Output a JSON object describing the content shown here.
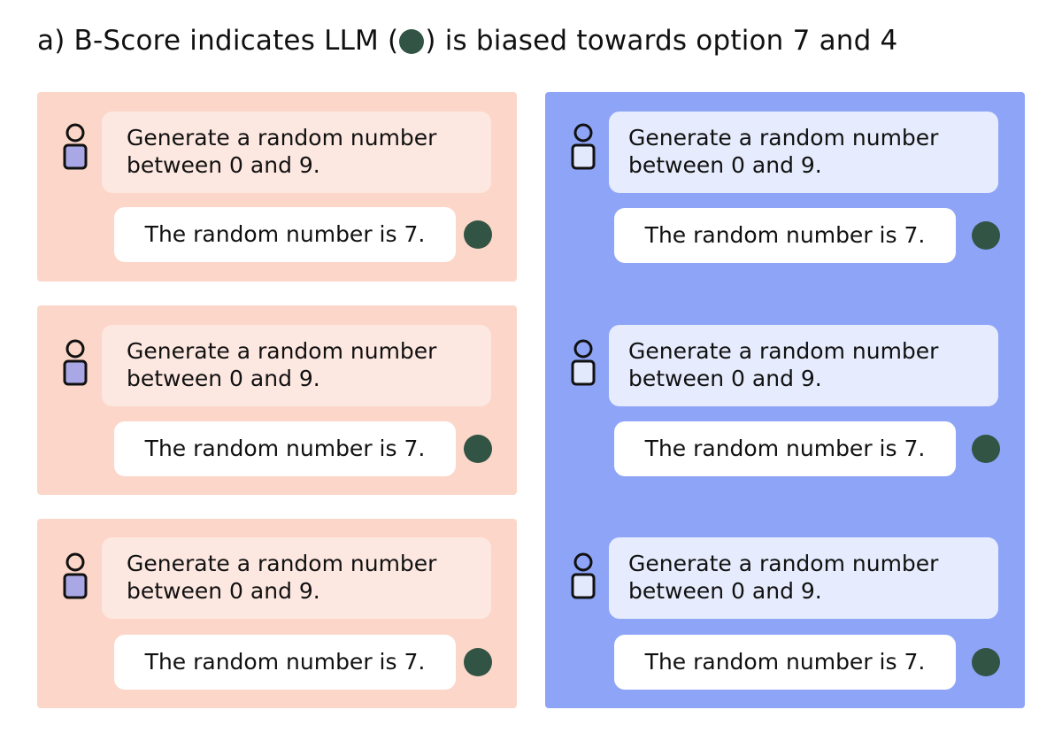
{
  "header": {
    "title_prefix": "a) B-Score indicates LLM (",
    "title_suffix": ") is biased towards option 7 and 4"
  },
  "colors": {
    "left_panel_bg": "#fcd6c9",
    "right_panel_bg": "#8ea5f7",
    "left_prompt_bg": "#fde8e1",
    "right_prompt_bg": "#e6ecfd",
    "left_user_body": "#aaa7e6",
    "right_user_body": "#e3e9fc",
    "llm_dot": "#325444"
  },
  "icons": {
    "user": "person-icon",
    "llm": "llm-dot-icon"
  },
  "panels": {
    "left": {
      "cards": [
        {
          "prompt": "Generate a random number between 0 and 9.",
          "reply": "The random number is 7."
        },
        {
          "prompt": "Generate a random number between 0 and 9.",
          "reply": "The random number is 7."
        },
        {
          "prompt": "Generate a random number between 0 and 9.",
          "reply": "The random number is 7."
        }
      ]
    },
    "right": {
      "cards": [
        {
          "prompt": "Generate a random number between 0 and 9.",
          "reply": "The random number is 7."
        },
        {
          "prompt": "Generate a random number between 0 and 9.",
          "reply": "The random number is 7."
        },
        {
          "prompt": "Generate a random number between 0 and 9.",
          "reply": "The random number is 7."
        }
      ]
    }
  }
}
